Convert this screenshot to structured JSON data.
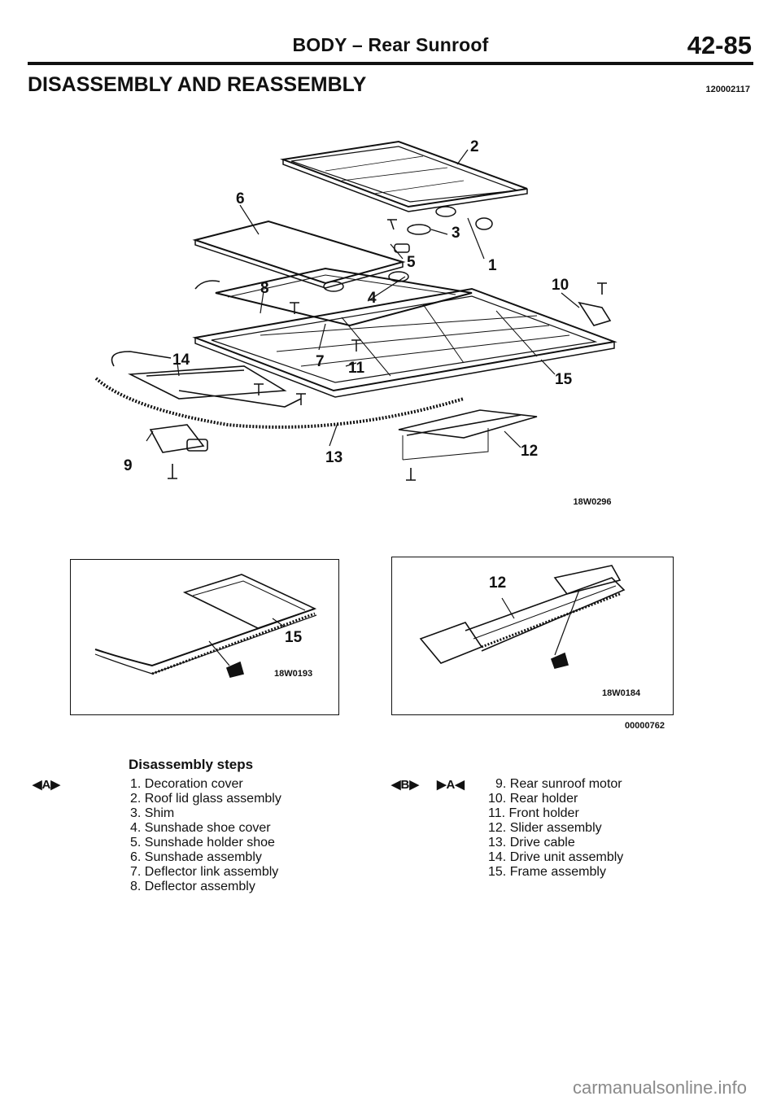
{
  "header": {
    "title": "BODY – Rear Sunroof",
    "page_number": "42-85"
  },
  "section": {
    "title": "DISASSEMBLY AND REASSEMBLY",
    "code": "120002117"
  },
  "figures": {
    "main": {
      "code": "18W0296",
      "callouts": [
        "2",
        "6",
        "3",
        "5",
        "1",
        "8",
        "4",
        "10",
        "14",
        "7",
        "11",
        "15",
        "9",
        "13",
        "12"
      ]
    },
    "detail_left": {
      "code": "18W0193",
      "callout": "15"
    },
    "detail_right": {
      "code": "18W0184",
      "callout": "12"
    },
    "group_code": "00000762"
  },
  "steps": {
    "heading": "Disassembly steps",
    "marks": {
      "a": "◀A▶",
      "b": "◀B▶",
      "c": "▶A◀"
    },
    "left": [
      "1. Decoration cover",
      "2. Roof lid glass assembly",
      "3. Shim",
      "4. Sunshade shoe cover",
      "5. Sunshade holder shoe",
      "6. Sunshade assembly",
      "7. Deflector link assembly",
      "8. Deflector assembly"
    ],
    "right": [
      "9. Rear sunroof motor",
      "10. Rear holder",
      "11. Front holder",
      "12. Slider assembly",
      "13. Drive cable",
      "14. Drive unit assembly",
      "15. Frame assembly"
    ]
  },
  "watermark": "carmanualsonline.info"
}
